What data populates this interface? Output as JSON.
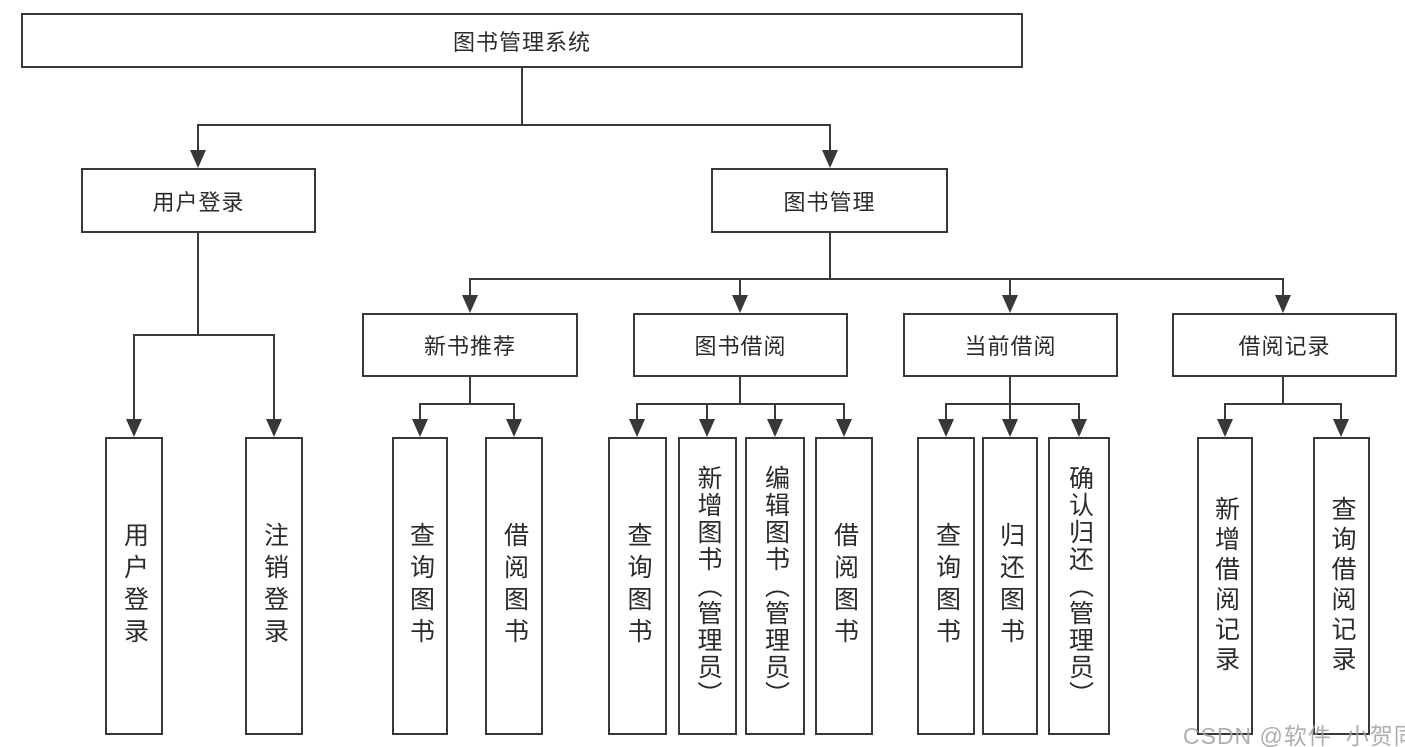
{
  "diagram_type": "hierarchy-chart",
  "colors": {
    "background": "#ffffff",
    "line": "#383838",
    "box_border": "#383838",
    "text": "#2b2b2b",
    "watermark": "#a5a5a5"
  },
  "tree": {
    "root": "图书管理系统",
    "branches": [
      {
        "label": "用户登录",
        "children": [
          "用户登录",
          "注销登录"
        ]
      },
      {
        "label": "图书管理",
        "children": [
          {
            "label": "新书推荐",
            "children": [
              "查询图书",
              "借阅图书"
            ]
          },
          {
            "label": "图书借阅",
            "children": [
              "查询图书",
              "新增图书（管理员）",
              "编辑图书（管理员）",
              "借阅图书"
            ]
          },
          {
            "label": "当前借阅",
            "children": [
              "查询图书",
              "归还图书",
              "确认归还（管理员）"
            ]
          },
          {
            "label": "借阅记录",
            "children": [
              "新增借阅记录",
              "查询借阅记录"
            ]
          }
        ]
      }
    ]
  },
  "watermark": {
    "text": "CSDN @软件_小贺同学"
  }
}
